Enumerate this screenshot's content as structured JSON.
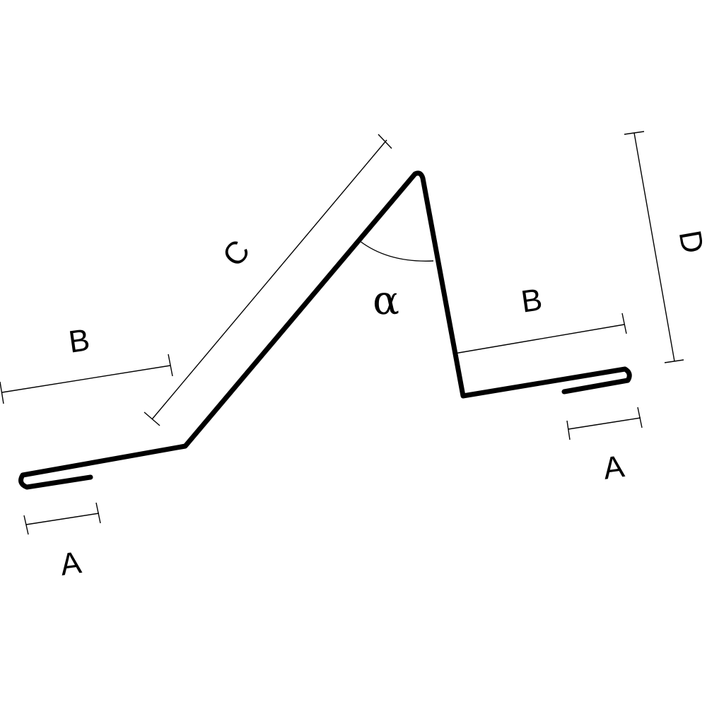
{
  "labels": {
    "a_left": "A",
    "b_left": "B",
    "c": "C",
    "angle": "α",
    "b_right": "B",
    "d": "D",
    "a_right": "A"
  }
}
